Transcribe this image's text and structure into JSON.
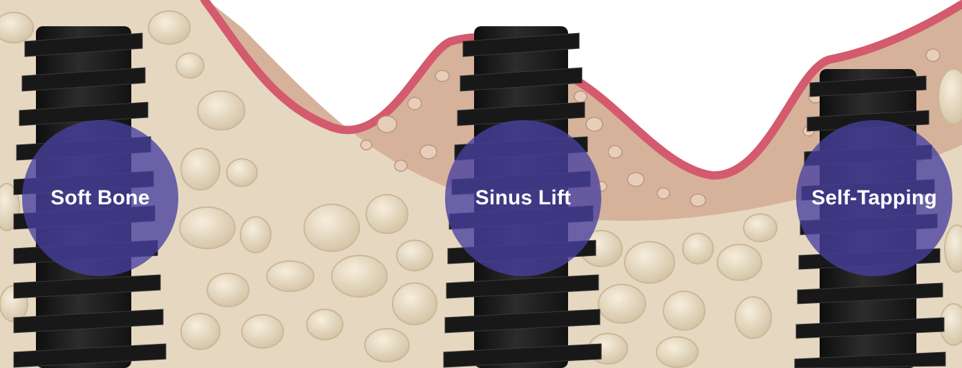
{
  "implants": [
    {
      "label": "Soft Bone"
    },
    {
      "label": "Sinus Lift"
    },
    {
      "label": "Self-Tapping"
    }
  ],
  "colors": {
    "gum": "#d45a6e",
    "bone_light": "#e9dcc8",
    "bone_pore": "#f3ead8",
    "sinus_bone": "#d8b7a1",
    "implant": "#1f1f1f",
    "badge": "#4840a0",
    "background": "#ffffff"
  }
}
